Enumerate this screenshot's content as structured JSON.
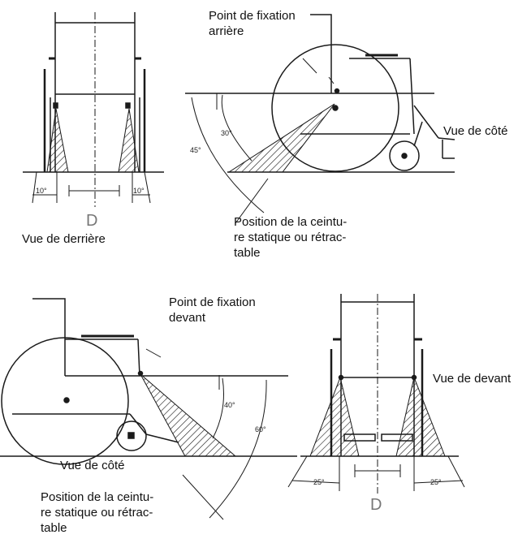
{
  "labels": {
    "rear_anchor": "Point de fixation\narrière",
    "side_view_top": "Vue de côté",
    "rear_view": "Vue de derrière",
    "belt_position_top": "Position de la ceintu-\nre statique ou rétrac-\ntable",
    "front_anchor": "Point de fixation\ndevant",
    "front_view": "Vue de devant",
    "side_view_bottom": "Vue de côté",
    "belt_position_bottom": "Position de la ceintu-\nre statique ou rétrac-\ntable"
  },
  "angles": {
    "rear_left": "10°",
    "rear_right": "10°",
    "side_rear_small": "30°",
    "side_rear_large": "45°",
    "side_front_small": "40°",
    "side_front_large": "60°",
    "front_left": "25°",
    "front_right": "25°"
  },
  "dimension": {
    "rear": "D",
    "front": "D"
  },
  "colors": {
    "line": "#1a1a1a",
    "label": "#111111",
    "dimension_letter": "#777777"
  }
}
